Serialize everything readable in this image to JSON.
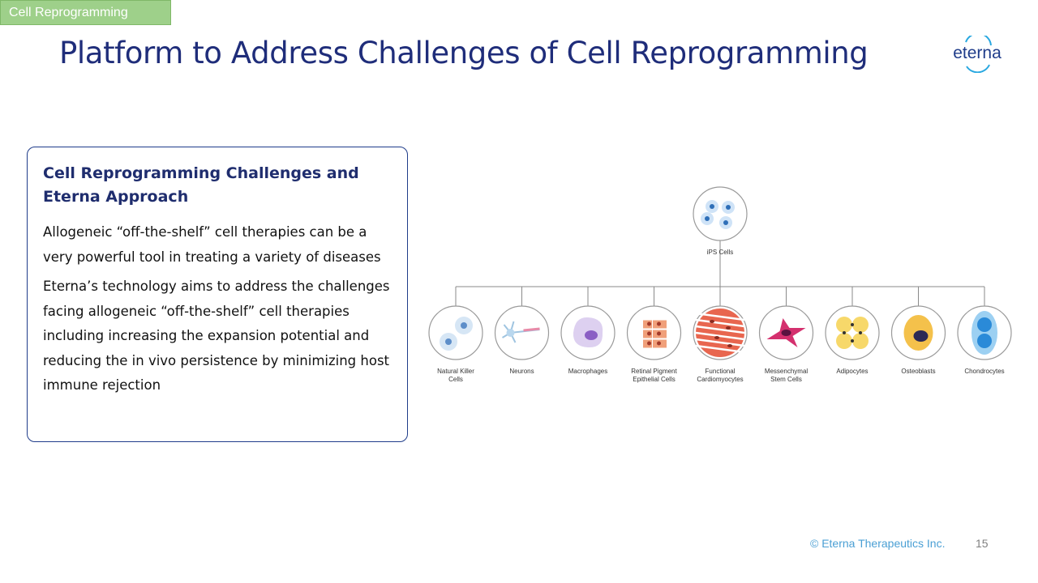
{
  "section_tag": "Cell Reprogramming",
  "title": "Platform to Address Challenges of Cell Reprogramming",
  "logo_text": "eterna",
  "card": {
    "title_lines": [
      "Cell Reprogramming Challenges and",
      "Eterna Approach"
    ],
    "paragraph1": "Allogeneic “off-the-shelf” cell therapies can be a very powerful tool in treating a variety of diseases",
    "paragraph2": "Eterna’s technology aims to address the challenges facing allogeneic “off-the-shelf” cell therapies including increasing the expansion potential and reducing the in vivo persistence by minimizing host immune rejection"
  },
  "diagram": {
    "root": "iPS Cells",
    "children": [
      {
        "icon": "nk-cell-icon",
        "label_lines": [
          "Natural Killer",
          "Cells"
        ]
      },
      {
        "icon": "neuron-icon",
        "label_lines": [
          "Neurons"
        ]
      },
      {
        "icon": "macrophage-icon",
        "label_lines": [
          "Macrophages"
        ]
      },
      {
        "icon": "retinal-cell-icon",
        "label_lines": [
          "Retinal Pigment",
          "Epithelial Cells"
        ]
      },
      {
        "icon": "cardiomyocyte-icon",
        "label_lines": [
          "Functional",
          "Cardiomyocytes"
        ]
      },
      {
        "icon": "stem-cell-icon",
        "label_lines": [
          "Messenchymal",
          "Stem Cells"
        ]
      },
      {
        "icon": "adipocyte-icon",
        "label_lines": [
          "Adipocytes"
        ]
      },
      {
        "icon": "osteoblast-icon",
        "label_lines": [
          "Osteoblasts"
        ]
      },
      {
        "icon": "chondrocyte-icon",
        "label_lines": [
          "Chondrocytes"
        ]
      }
    ]
  },
  "footer": "© Eterna Therapeutics Inc.",
  "page_number": "15",
  "colors": {
    "title": "#1f2d7a",
    "tag_bg": "#9ed08a",
    "card_border": "#1f3c8a",
    "footer": "#4a9fd4",
    "logo": "#1f3c8a",
    "logo_accent": "#29a8e0"
  }
}
